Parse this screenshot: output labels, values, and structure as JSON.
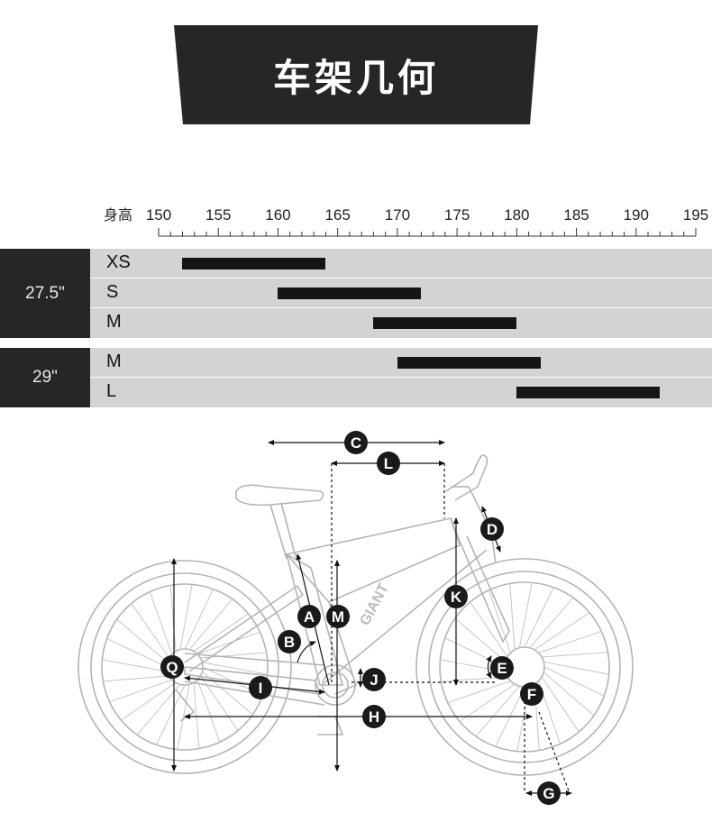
{
  "header": {
    "title": "车架几何"
  },
  "scale": {
    "label": "身高",
    "ticks": [
      "150",
      "155",
      "160",
      "165",
      "170",
      "175",
      "180",
      "185",
      "190",
      "195"
    ]
  },
  "groups": [
    {
      "wheel": "27.5\"",
      "sizes": [
        {
          "label": "XS",
          "min_height": 152,
          "max_height": 164
        },
        {
          "label": "S",
          "min_height": 160,
          "max_height": 172
        },
        {
          "label": "M",
          "min_height": 168,
          "max_height": 180
        }
      ]
    },
    {
      "wheel": "29\"",
      "sizes": [
        {
          "label": "M",
          "min_height": 170,
          "max_height": 182
        },
        {
          "label": "L",
          "min_height": 180,
          "max_height": 192
        }
      ]
    }
  ],
  "diagram": {
    "frame_logo": "GIANT",
    "measurements": [
      "A",
      "B",
      "C",
      "D",
      "E",
      "F",
      "G",
      "H",
      "I",
      "J",
      "K",
      "L",
      "M",
      "Q"
    ]
  }
}
